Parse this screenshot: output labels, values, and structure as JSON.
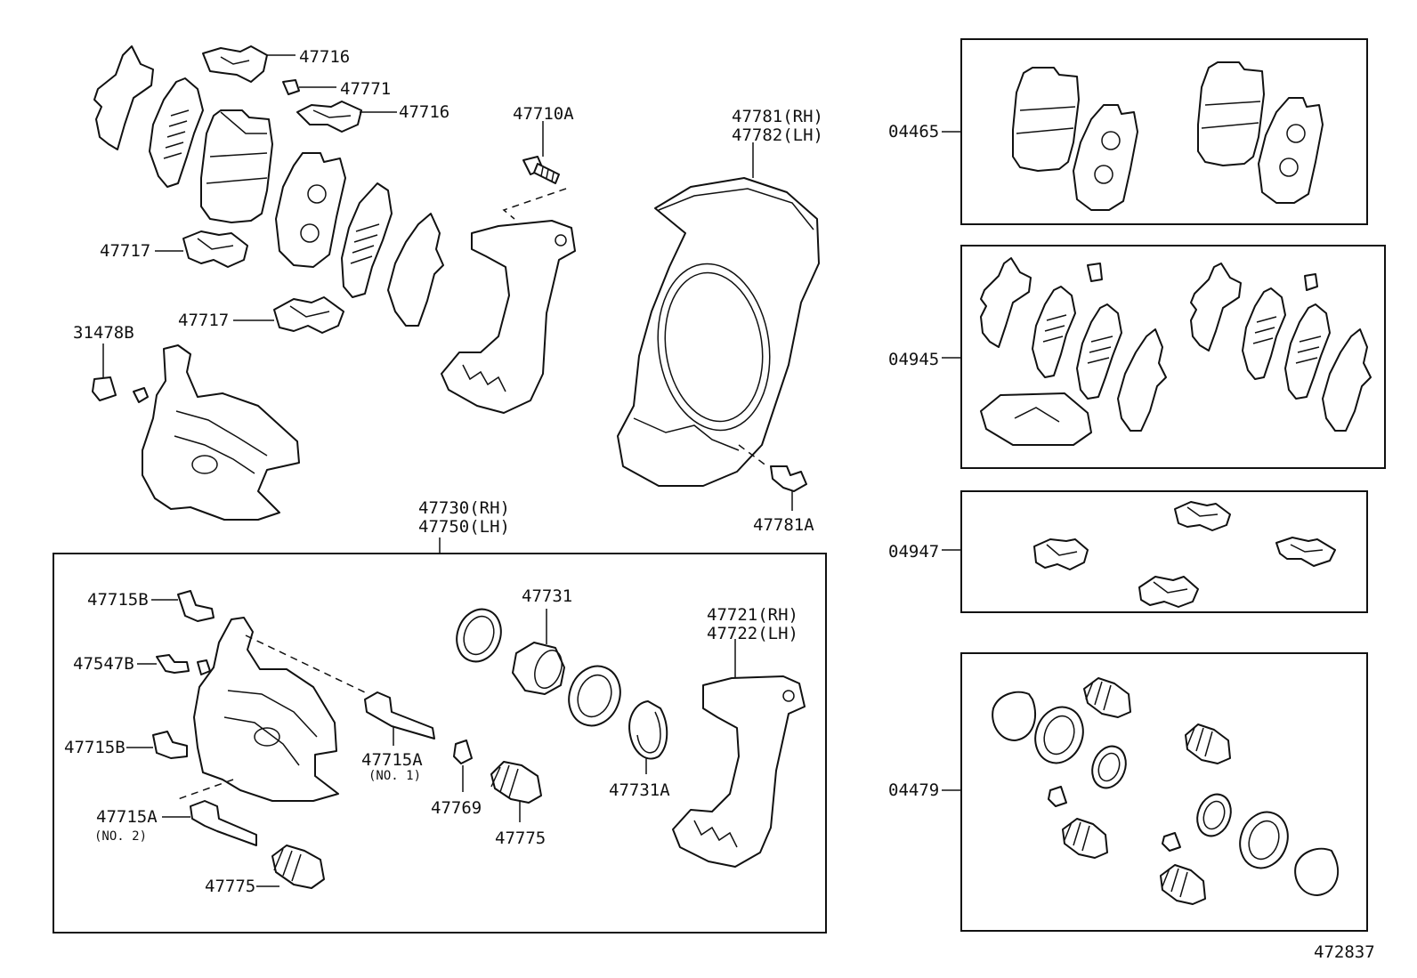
{
  "diagram_id": "472837",
  "labels": {
    "p47716a": "47716",
    "p47771": "47771",
    "p47716b": "47716",
    "p47710a": "47710A",
    "p47781": "47781(RH)",
    "p47782": "47782(LH)",
    "p47717a": "47717",
    "p47717b": "47717",
    "p31478b": "31478B",
    "p47781a": "47781A",
    "p47730": "47730(RH)",
    "p47750": "47750(LH)",
    "p47715b_top": "47715B",
    "p47547b": "47547B",
    "p47715b_bottom": "47715B",
    "p47715a_no1": "47715A",
    "p47715a_no1_sub": "(NO. 1)",
    "p47715a_no2": "47715A",
    "p47715a_no2_sub": "(NO. 2)",
    "p47775_left": "47775",
    "p47775_mid": "47775",
    "p47769": "47769",
    "p47731": "47731",
    "p47731a": "47731A",
    "p47721": "47721(RH)",
    "p47722": "47722(LH)",
    "p04465": "04465",
    "p04945": "04945",
    "p04947": "04947",
    "p04479": "04479"
  }
}
